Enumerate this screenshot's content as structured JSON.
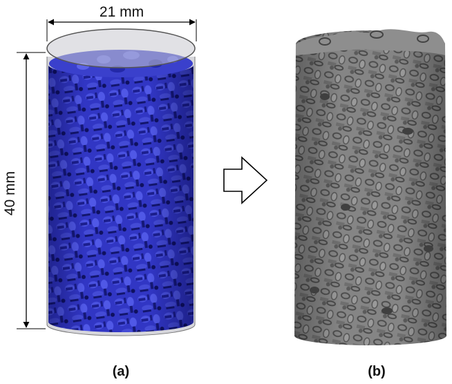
{
  "figure": {
    "width_label": "21 mm",
    "height_label": "40 mm",
    "panel_a_caption": "(a)",
    "panel_b_caption": "(b)"
  },
  "colors": {
    "background": "#ffffff",
    "cylinder_pellets": "#2a2fb8",
    "cylinder_pellets_dark": "#15187a",
    "cylinder_shell": "#c9c9cf",
    "cylinder_rim": "#6a6a70",
    "mesh_body": "#7d7d7d",
    "mesh_dark": "#4a4a4a",
    "dimension_lines": "#000000",
    "arrow_stroke": "#000000",
    "arrow_fill": "#ffffff"
  },
  "icons": {
    "transition_arrow": "right-arrow-icon"
  }
}
